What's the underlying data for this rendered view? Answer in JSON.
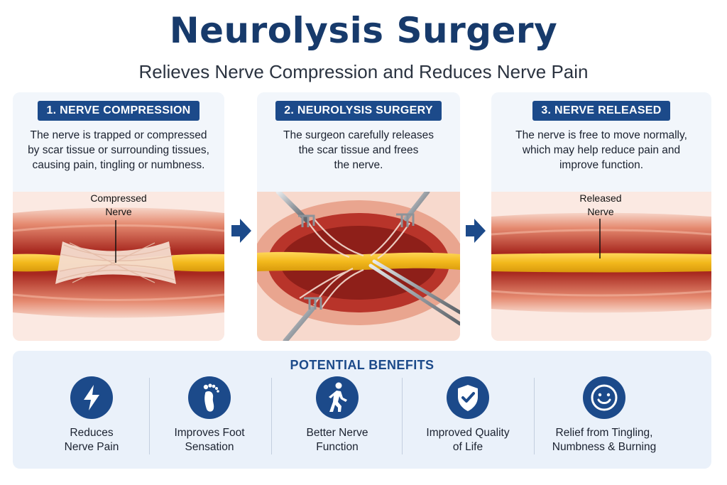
{
  "header": {
    "title": "Neurolysis Surgery",
    "subtitle": "Relieves Nerve Compression and Reduces Nerve Pain"
  },
  "steps": [
    {
      "badge": "1. NERVE COMPRESSION",
      "lines": [
        "The nerve is trapped or compressed",
        "by scar tissue or surrounding tissues,",
        "causing pain, tingling or numbness."
      ],
      "label_lines": [
        "Compressed",
        "Nerve"
      ]
    },
    {
      "badge": "2. NEUROLYSIS SURGERY",
      "lines": [
        "The surgeon carefully releases",
        "the scar tissue and frees",
        "the nerve."
      ]
    },
    {
      "badge": "3. NERVE RELEASED",
      "lines": [
        "The nerve is free to move normally,",
        "which may help reduce pain and",
        "improve function."
      ],
      "label_lines": [
        "Released",
        "Nerve"
      ]
    }
  ],
  "benefits": {
    "title": "POTENTIAL BENEFITS",
    "items": [
      {
        "icon": "lightning-bolt-icon",
        "lines": [
          "Reduces",
          "Nerve Pain"
        ]
      },
      {
        "icon": "footprint-icon",
        "lines": [
          "Improves Foot",
          "Sensation"
        ]
      },
      {
        "icon": "walking-person-icon",
        "lines": [
          "Better Nerve",
          "Function"
        ]
      },
      {
        "icon": "shield-check-icon",
        "lines": [
          "Improved Quality",
          "of Life"
        ]
      },
      {
        "icon": "smiley-face-icon",
        "lines": [
          "Relief from Tingling,",
          "Numbness & Burning"
        ]
      }
    ]
  },
  "colors": {
    "brand_navy": "#173a6b",
    "badge_blue": "#1c4a8a",
    "nerve_yellow": "#f2b81c",
    "muscle_red": "#b8342a",
    "tissue_pink": "#f3c6b6"
  }
}
